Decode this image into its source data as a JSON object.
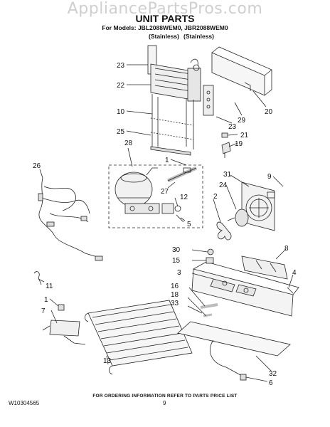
{
  "watermark": "AppliancePartsPros.com",
  "header": {
    "title": "UNIT PARTS",
    "models": "For Models: JBL2088WEM0, JBR2088WEM0",
    "variant_left": "(Stainless)",
    "variant_right": "(Stainless)"
  },
  "footer": {
    "ordering_note": "FOR ORDERING INFORMATION REFER TO PARTS PRICE LIST",
    "doc_number": "W10304565",
    "page_number": "9"
  },
  "callouts": [
    "23",
    "22",
    "10",
    "25",
    "28",
    "1",
    "26",
    "27",
    "12",
    "5",
    "11",
    "1",
    "7",
    "13",
    "20",
    "29",
    "23",
    "21",
    "19",
    "9",
    "31",
    "24",
    "2",
    "30",
    "15",
    "3",
    "8",
    "4",
    "16",
    "18",
    "33",
    "32",
    "6"
  ]
}
